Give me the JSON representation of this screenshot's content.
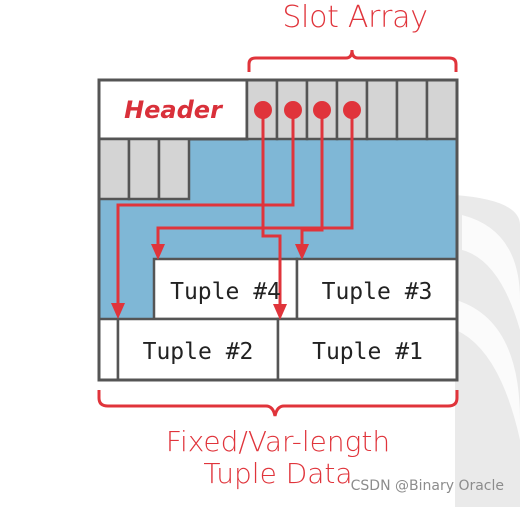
{
  "diagram": {
    "slot_array_label": "Slot Array",
    "header_label": "Header",
    "bottom_label_line1": "Fixed/Var-length",
    "bottom_label_line2": "Tuple Data",
    "tuples": {
      "t1": "Tuple #1",
      "t2": "Tuple #2",
      "t3": "Tuple #3",
      "t4": "Tuple #4"
    },
    "watermark": "CSDN @Binary Oracle"
  },
  "colors": {
    "accent_red": "#e0343b",
    "free_space_blue": "#7fb7d6",
    "slot_gray": "#d4d4d4",
    "border": "#555555"
  }
}
